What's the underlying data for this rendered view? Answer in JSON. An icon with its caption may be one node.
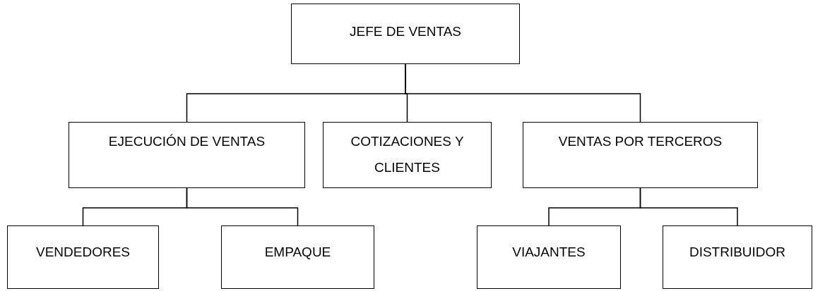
{
  "diagram": {
    "nodes": [
      {
        "text": [
          "JEFE DE VENTAS"
        ]
      },
      {
        "text": [
          "EJECUCIÓN DE VENTAS"
        ]
      },
      {
        "text": [
          "COTIZACIONES Y CLIENTES"
        ]
      },
      {
        "text": [
          "VENTAS POR TERCEROS"
        ]
      },
      {
        "text": [
          "VENDEDORES"
        ]
      },
      {
        "text": [
          "EMPAQUE"
        ]
      },
      {
        "text": [
          "VIAJANTES"
        ]
      },
      {
        "text": [
          "DISTRIBUIDOR"
        ]
      }
    ],
    "edges": [
      {
        "from": 0,
        "to": 1,
        "arrow": "none"
      },
      {
        "from": 0,
        "to": 2,
        "arrow": "none"
      },
      {
        "from": 0,
        "to": 3,
        "arrow": "none"
      },
      {
        "from": 1,
        "to": 4,
        "arrow": "none"
      },
      {
        "from": 1,
        "to": 5,
        "arrow": "none"
      },
      {
        "from": 3,
        "to": 6,
        "arrow": "none"
      },
      {
        "from": 3,
        "to": 7,
        "arrow": "none"
      }
    ]
  }
}
